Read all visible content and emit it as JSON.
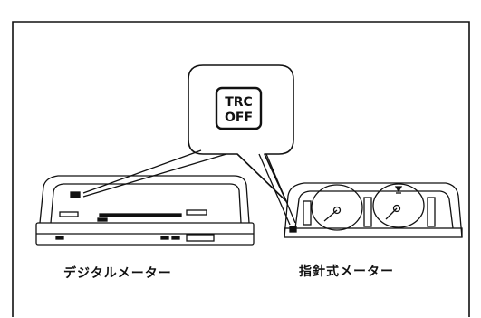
{
  "indicator": {
    "line1": "TRC",
    "line2": "OFF"
  },
  "labels": {
    "digital_meter": "デジタルメーター",
    "analog_meter": "指針式メーター"
  },
  "colors": {
    "ink": "#111111",
    "background": "#ffffff"
  }
}
